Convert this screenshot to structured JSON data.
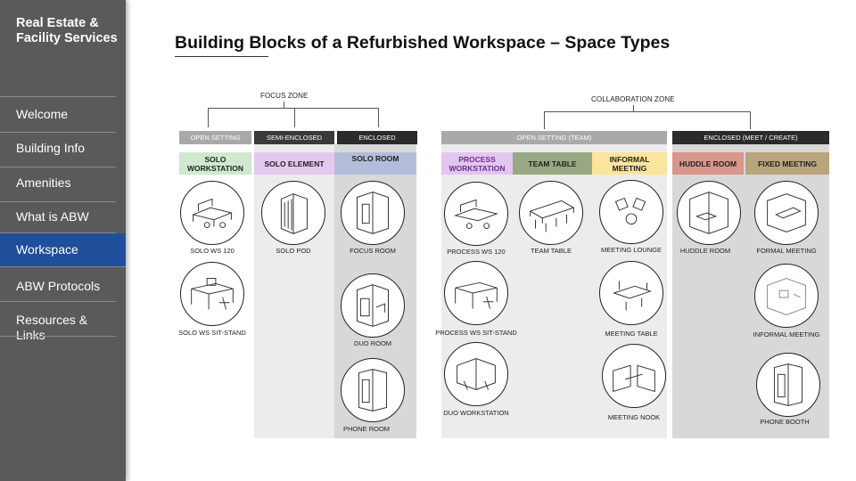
{
  "sidebar": {
    "brand": "Real Estate & Facility Services",
    "items": [
      {
        "label": "Welcome",
        "active": false
      },
      {
        "label": "Building Info",
        "active": false
      },
      {
        "label": "Amenities",
        "active": false
      },
      {
        "label": "What is ABW",
        "active": false
      },
      {
        "label": "Workspace",
        "active": true
      },
      {
        "label": "ABW Protocols",
        "active": false
      },
      {
        "label": "Resources & Links",
        "active": false
      }
    ]
  },
  "main": {
    "title": "Building Blocks of a Refurbished Workspace – Space Types",
    "focus_zone": {
      "label": "FOCUS ZONE",
      "categories": [
        "OPEN SETTING",
        "SEMI-ENCLOSED",
        "ENCLOSED"
      ],
      "types": [
        "SOLO WORKSTATION",
        "SOLO ELEMENT",
        "SOLO ROOM"
      ],
      "items": {
        "solo_ws_120": "SOLO WS 120",
        "solo_ws_sit_stand": "SOLO WS SIT-STAND",
        "solo_pod": "SOLO POD",
        "focus_room": "FOCUS ROOM",
        "duo_room": "DUO ROOM",
        "phone_room": "PHONE ROOM"
      }
    },
    "collab_zone": {
      "label": "COLLABORATION ZONE",
      "categories": [
        "OPEN SETTING (TEAM)",
        "ENCLOSED (MEET / CREATE)"
      ],
      "types": [
        "PROCESS WORKSTATION",
        "TEAM TABLE",
        "INFORMAL MEETING",
        "HUDDLE ROOM",
        "FIXED MEETING"
      ],
      "items": {
        "process_ws_120": "PROCESS WS 120",
        "process_ws_sit_stand": "PROCESS WS SIT-STAND",
        "duo_workstation": "DUO WORKSTATION",
        "team_table": "TEAM TABLE",
        "meeting_lounge": "MEETING LOUNGE",
        "meeting_table": "MEETING TABLE",
        "meeting_nook": "MEETING NOOK",
        "huddle_room": "HUDDLE ROOM",
        "formal_meeting": "FORMAL MEETING",
        "informal_meeting": "INFORMAL MEETING",
        "phone_booth": "PHONE BOOTH"
      }
    }
  },
  "colors": {
    "sidebar_bg": "#5a5a5a",
    "active_nav": "#1f4e9a",
    "solo_workstation": "#cfe9cf",
    "solo_element": "#e3c9ee",
    "solo_room": "#b3bcd9",
    "process_workstation": "#e2c6f0",
    "team_table": "#98a882",
    "informal_meeting": "#fbe49b",
    "huddle_room": "#d9968a",
    "fixed_meeting": "#b9a47c"
  }
}
